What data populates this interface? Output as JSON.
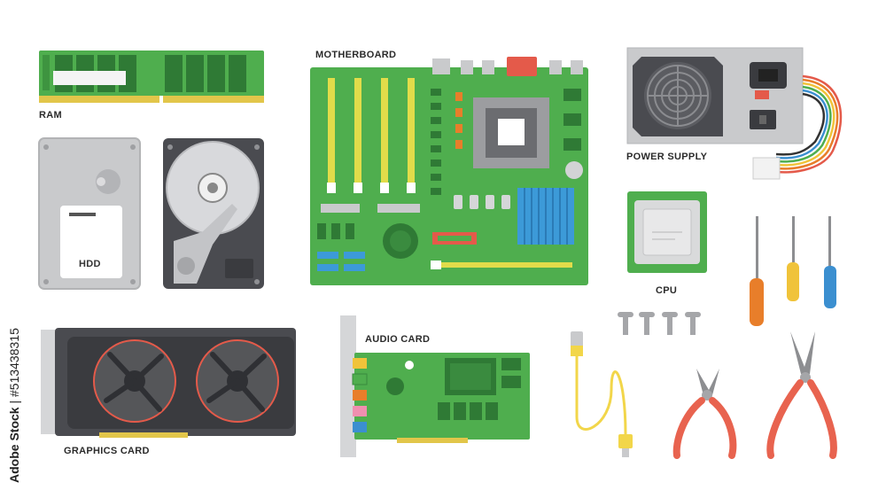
{
  "labels": {
    "ram": "RAM",
    "motherboard": "MOTHERBOARD",
    "power_supply": "POWER SUPPLY",
    "hdd": "HDD",
    "cpu": "CPU",
    "graphics_card": "GRAPHICS CARD",
    "audio_card": "AUDIO CARD"
  },
  "watermark": {
    "brand": "Adobe Stock",
    "separator": " | ",
    "id": "#513438315"
  },
  "colors": {
    "pcb_green": "#4fae4e",
    "pcb_dark": "#2f7a35",
    "slot_yellow": "#e2dc4a",
    "heatsink_blue": "#3c9ad8",
    "cable_yellow": "#f2d64a",
    "handle_red": "#e8634f",
    "handle_orange": "#e87e2a",
    "handle_yellow": "#f0c33a",
    "handle_blue": "#3b8fd0",
    "metal_grey": "#c9cacc",
    "dark_grey": "#4a4b50"
  }
}
